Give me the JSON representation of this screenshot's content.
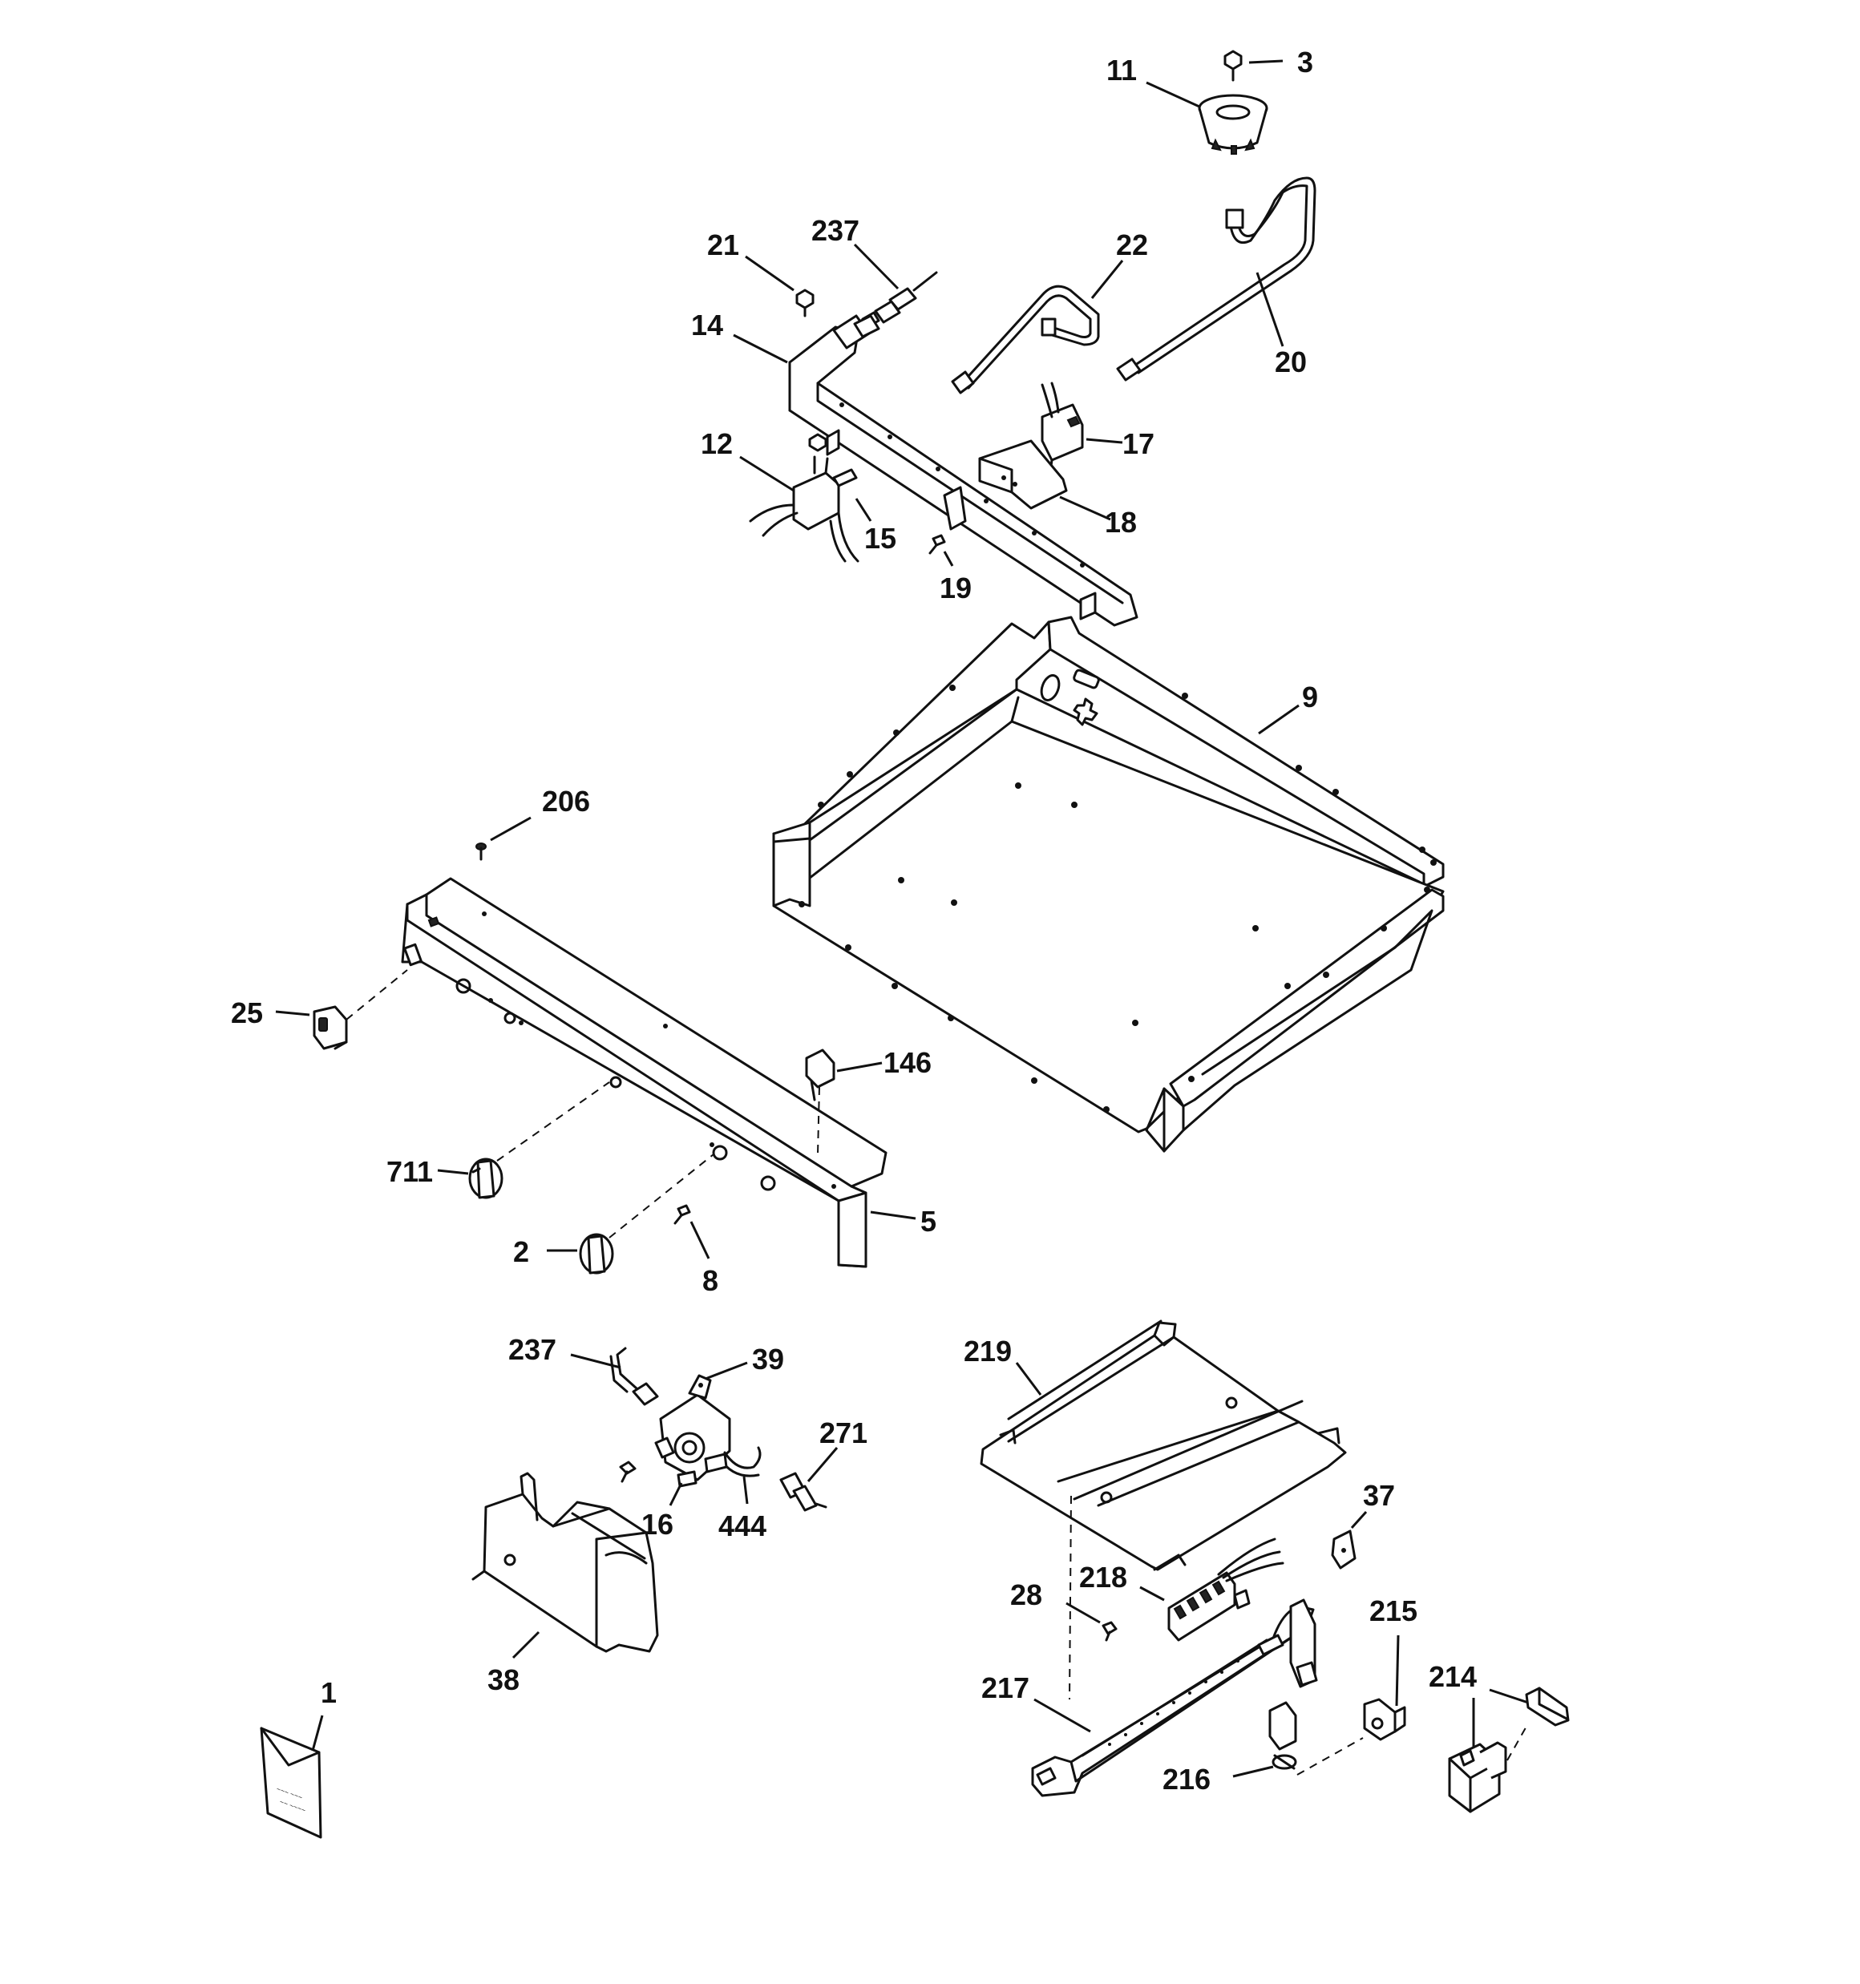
{
  "callouts": [
    {
      "id": "c1",
      "label": "1"
    },
    {
      "id": "c2",
      "label": "2"
    },
    {
      "id": "c3",
      "label": "3"
    },
    {
      "id": "c5",
      "label": "5"
    },
    {
      "id": "c8",
      "label": "8"
    },
    {
      "id": "c9",
      "label": "9"
    },
    {
      "id": "c11",
      "label": "11"
    },
    {
      "id": "c12",
      "label": "12"
    },
    {
      "id": "c14",
      "label": "14"
    },
    {
      "id": "c15",
      "label": "15"
    },
    {
      "id": "c16",
      "label": "16"
    },
    {
      "id": "c17",
      "label": "17"
    },
    {
      "id": "c18",
      "label": "18"
    },
    {
      "id": "c19",
      "label": "19"
    },
    {
      "id": "c20",
      "label": "20"
    },
    {
      "id": "c21",
      "label": "21"
    },
    {
      "id": "c22",
      "label": "22"
    },
    {
      "id": "c25",
      "label": "25"
    },
    {
      "id": "c28",
      "label": "28"
    },
    {
      "id": "c37",
      "label": "37"
    },
    {
      "id": "c38",
      "label": "38"
    },
    {
      "id": "c39",
      "label": "39"
    },
    {
      "id": "c146",
      "label": "146"
    },
    {
      "id": "c206",
      "label": "206"
    },
    {
      "id": "c214",
      "label": "214"
    },
    {
      "id": "c215",
      "label": "215"
    },
    {
      "id": "c216",
      "label": "216"
    },
    {
      "id": "c217",
      "label": "217"
    },
    {
      "id": "c218",
      "label": "218"
    },
    {
      "id": "c219",
      "label": "219"
    },
    {
      "id": "c237a",
      "label": "237"
    },
    {
      "id": "c237b",
      "label": "237"
    },
    {
      "id": "c271",
      "label": "271"
    },
    {
      "id": "c444",
      "label": "444"
    },
    {
      "id": "c711",
      "label": "711"
    }
  ]
}
